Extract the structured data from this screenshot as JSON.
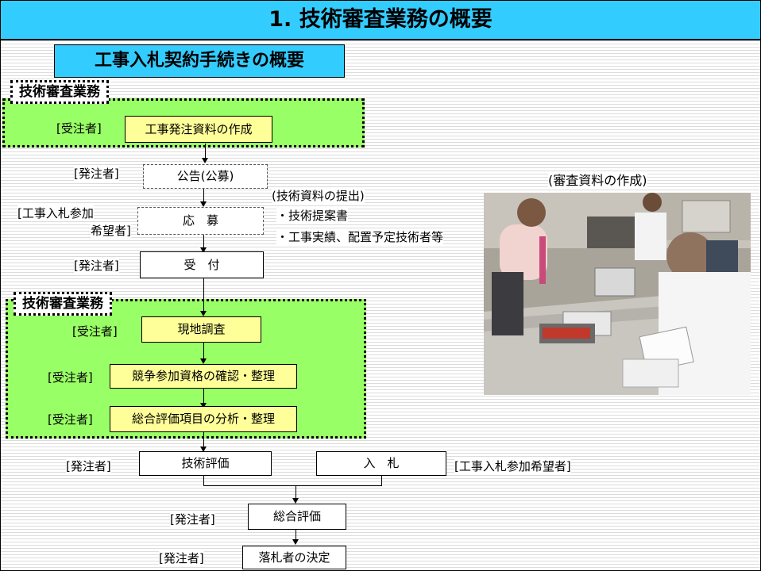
{
  "title": "1. 技術審査業務の概要",
  "subtitle": "工事入札契約手続きの概要",
  "tech_review_tag": "技術審査業務",
  "orderer": "[発注者]",
  "contractor": "[受注者]",
  "applicant_left_line1": "[工事入札参加",
  "applicant_left_line2": "希望者]",
  "applicant_right": "[工事入札参加希望者]",
  "steps": {
    "create_docs": "工事発注資料の作成",
    "announcement": "公告(公募)",
    "application": "応　募",
    "reception": "受　付",
    "site_survey": "現地調査",
    "qualification": "競争参加資格の確認・整理",
    "evaluation_items": "総合評価項目の分析・整理",
    "tech_eval": "技術評価",
    "bid": "入　札",
    "overall_eval": "総合評価",
    "winner": "落札者の決定"
  },
  "notes": {
    "heading": "(技術資料の提出)",
    "item1": "・技術提案書",
    "item2": "・工事実績、配置予定技術者等"
  },
  "photo_caption": "(審査資料の作成)"
}
